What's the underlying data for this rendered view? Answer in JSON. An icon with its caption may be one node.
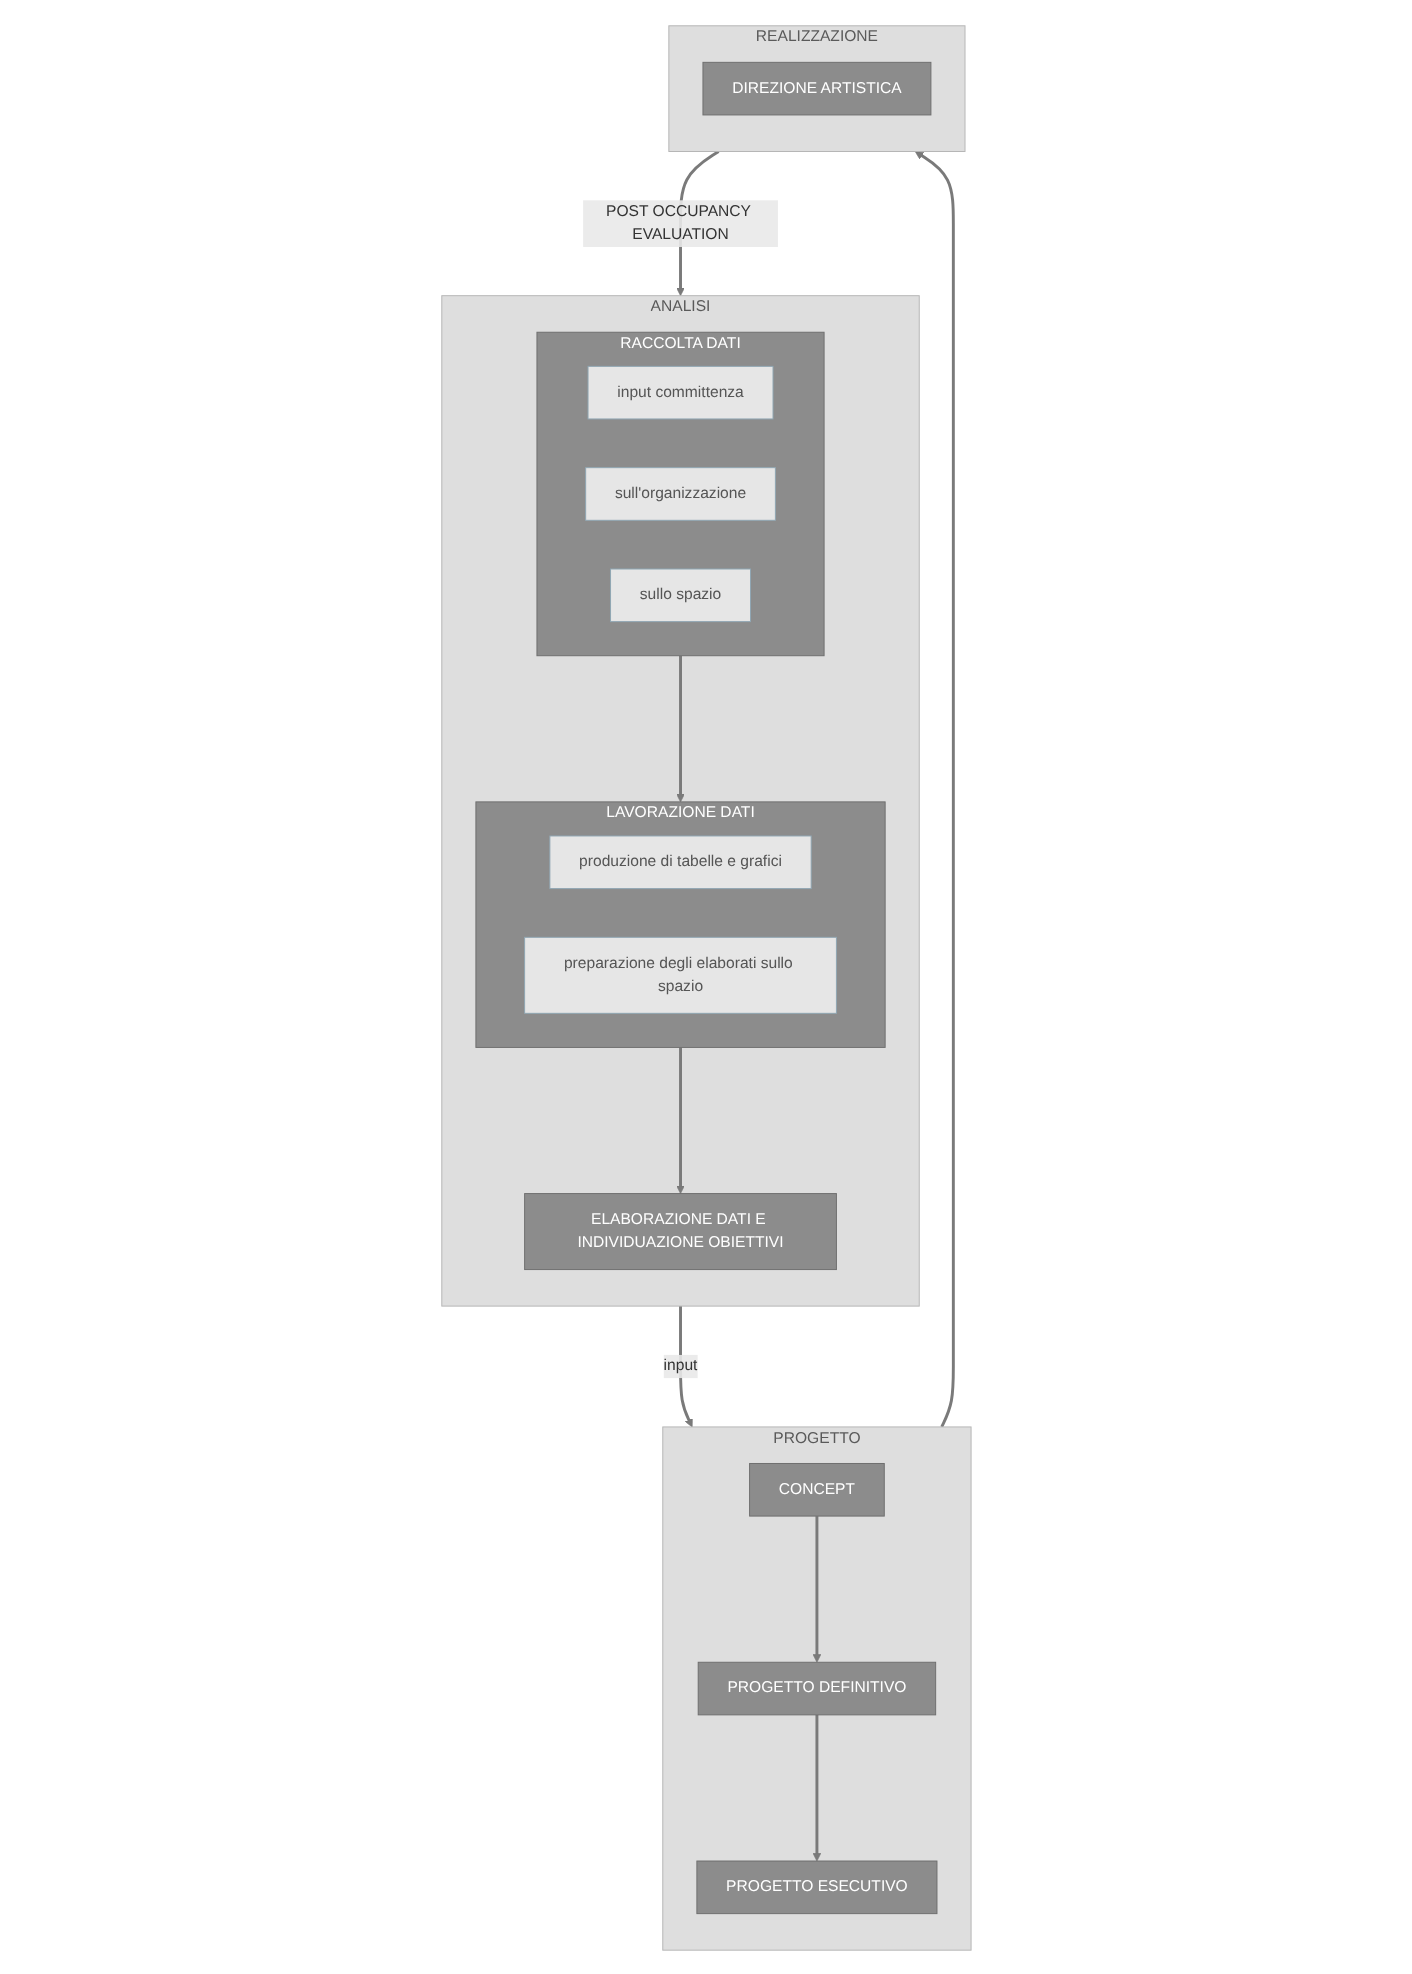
{
  "diagram": {
    "nodes": [
      {
        "text": [
          "ANALISI"
        ]
      },
      {
        "text": [
          "RACCOLTA DATI"
        ],
        "in": 0
      },
      {
        "text": [
          "input committenza"
        ],
        "in": 1
      },
      {
        "text": [
          "sull'organizzazione"
        ],
        "in": 1
      },
      {
        "text": [
          "sullo spazio"
        ],
        "in": 1
      },
      {
        "text": [
          "LAVORAZIONE DATI"
        ],
        "in": 0
      },
      {
        "text": [
          "produzione di tabelle e grafici"
        ],
        "in": 5
      },
      {
        "text": [
          "preparazione degli elaborati sullo spazio"
        ],
        "in": 5
      },
      {
        "text": [
          "ELABORAZIONE DATI E INDIVIDUAZIONE OBIETTIVI"
        ],
        "in": 0
      },
      {
        "text": [
          "PROGETTO"
        ]
      },
      {
        "text": [
          "CONCEPT"
        ],
        "in": 9
      },
      {
        "text": [
          "PROGETTO DEFINITIVO"
        ],
        "in": 9
      },
      {
        "text": [
          "PROGETTO ESECUTIVO"
        ],
        "in": 9
      },
      {
        "text": [
          "REALIZZAZIONE"
        ]
      },
      {
        "text": [
          "DIREZIONE ARTISTICA"
        ],
        "in": 13
      }
    ],
    "edges": [
      {
        "from": 1,
        "to": 5,
        "arrow": "to"
      },
      {
        "from": 5,
        "to": 8,
        "arrow": "to"
      },
      {
        "from": 0,
        "to": 9,
        "arrow": "to",
        "label": "input"
      },
      {
        "from": 10,
        "to": 11,
        "arrow": "to"
      },
      {
        "from": 11,
        "to": 12,
        "arrow": "to"
      },
      {
        "from": 9,
        "to": 13,
        "arrow": "to"
      },
      {
        "from": 13,
        "to": 0,
        "arrow": "to",
        "label": "POST OCCUPANCY EVALUATION"
      }
    ]
  }
}
